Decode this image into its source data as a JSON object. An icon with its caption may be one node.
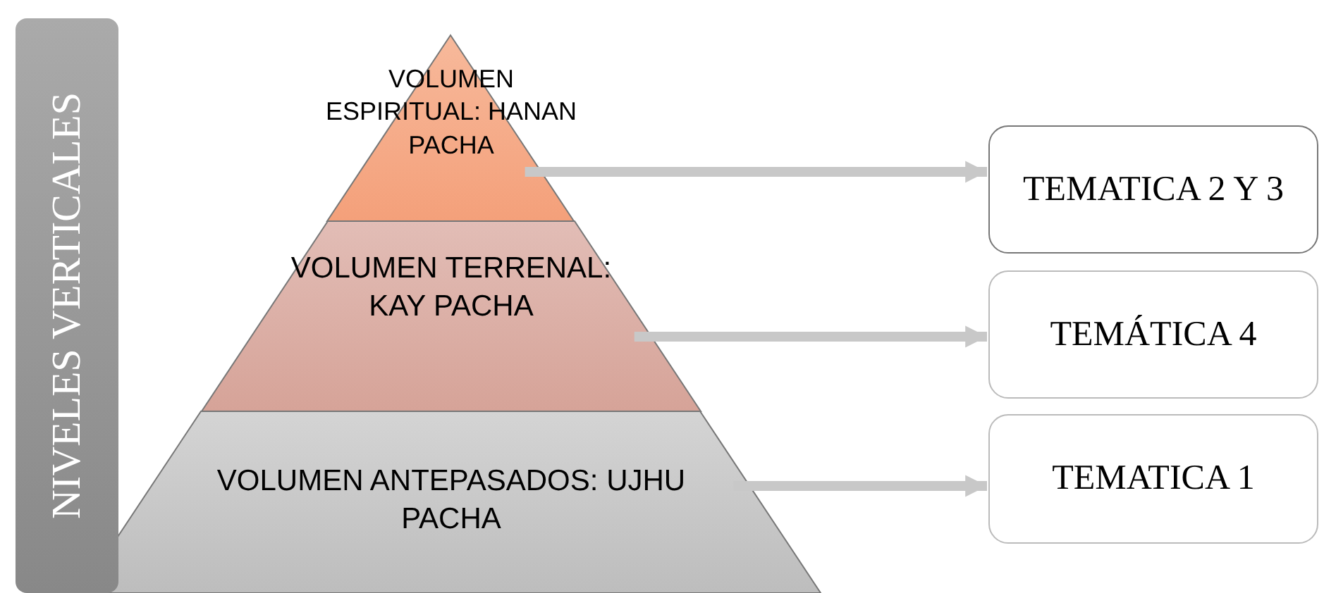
{
  "diagram": {
    "nodes": [
      {
        "text": [
          "NIVELES VERTICALES"
        ]
      },
      {
        "text": [
          "VOLUMEN ESPIRITUAL: HANAN PACHA"
        ]
      },
      {
        "text": [
          "VOLUMEN TERRENAL: KAY PACHA"
        ]
      },
      {
        "text": [
          "VOLUMEN ANTEPASADOS: UJHU PACHA"
        ]
      },
      {
        "text": [
          "TEMATICA 2 Y 3"
        ]
      },
      {
        "text": [
          "TEMÁTICA 4"
        ]
      },
      {
        "text": [
          "TEMATICA 1"
        ]
      }
    ],
    "edges": [
      {
        "from": 1,
        "to": 4,
        "arrow": "to"
      },
      {
        "from": 2,
        "to": 5,
        "arrow": "to"
      },
      {
        "from": 3,
        "to": 6,
        "arrow": "to"
      }
    ]
  }
}
